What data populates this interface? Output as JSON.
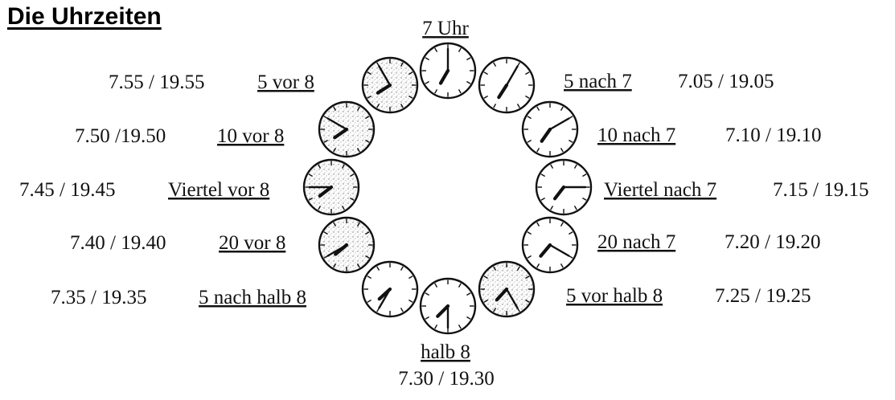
{
  "title": "Die Uhrzeiten",
  "top_label": "7 Uhr",
  "bottom_label": "halb 8",
  "bottom_time": "7.30 / 19.30",
  "clocks": [
    {
      "hour": 7,
      "minute": 0,
      "night": false,
      "label": "7 Uhr",
      "time": ""
    },
    {
      "hour": 7,
      "minute": 5,
      "night": false,
      "label": "5 nach 7",
      "time": "7.05 / 19.05"
    },
    {
      "hour": 7,
      "minute": 10,
      "night": false,
      "label": "10 nach 7",
      "time": "7.10 / 19.10"
    },
    {
      "hour": 7,
      "minute": 15,
      "night": false,
      "label": "Viertel nach 7",
      "time": "7.15 / 19.15"
    },
    {
      "hour": 7,
      "minute": 20,
      "night": false,
      "label": "20 nach 7",
      "time": "7.20 / 19.20"
    },
    {
      "hour": 7,
      "minute": 25,
      "night": true,
      "label": "5 vor halb 8",
      "time": "7.25 / 19.25"
    },
    {
      "hour": 7,
      "minute": 30,
      "night": false,
      "label": "halb 8",
      "time": "7.30 / 19.30"
    },
    {
      "hour": 7,
      "minute": 35,
      "night": false,
      "label": "5 nach halb 8",
      "time": "7.35 / 19.35"
    },
    {
      "hour": 7,
      "minute": 40,
      "night": true,
      "label": "20 vor 8",
      "time": "7.40 / 19.40"
    },
    {
      "hour": 7,
      "minute": 45,
      "night": true,
      "label": "Viertel vor 8",
      "time": "7.45 / 19.45"
    },
    {
      "hour": 7,
      "minute": 50,
      "night": true,
      "label": "10 vor 8",
      "time": "7.50 /19.50"
    },
    {
      "hour": 7,
      "minute": 55,
      "night": true,
      "label": "5 vor 8",
      "time": "7.55 / 19.55"
    }
  ]
}
